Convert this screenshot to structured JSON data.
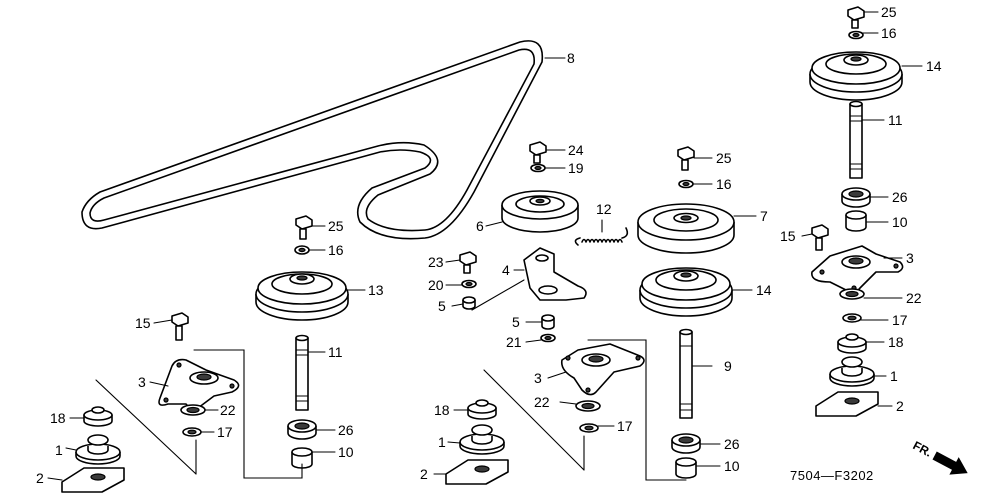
{
  "diagram": {
    "code": "7504—F3202",
    "direction": "FR."
  },
  "parts": {
    "p1": "1",
    "p2": "2",
    "p3": "3",
    "p4": "4",
    "p5": "5",
    "p6": "6",
    "p7": "7",
    "p8": "8",
    "p9": "9",
    "p10": "10",
    "p11": "11",
    "p12": "12",
    "p13": "13",
    "p14": "14",
    "p15": "15",
    "p16": "16",
    "p17": "17",
    "p18": "18",
    "p19": "19",
    "p20": "20",
    "p21": "21",
    "p22": "22",
    "p23": "23",
    "p24": "24",
    "p25": "25",
    "p26": "26"
  }
}
